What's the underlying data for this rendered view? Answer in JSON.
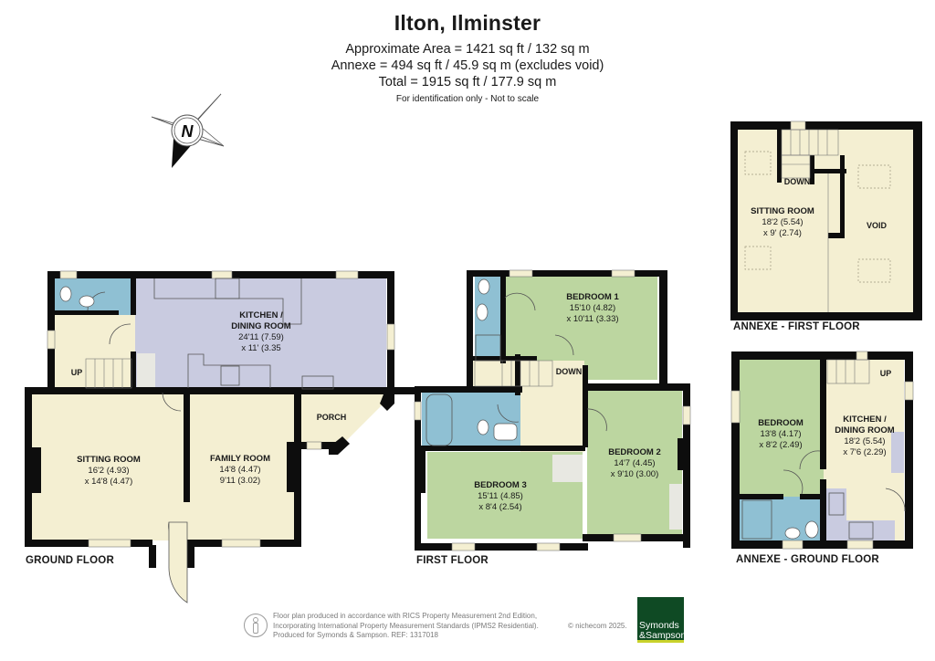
{
  "header": {
    "title": "Ilton, Ilminster",
    "area_main": "Approximate Area = 1421 sq ft / 132 sq m",
    "area_annexe": "Annexe = 494 sq ft / 45.9 sq m (excludes void)",
    "area_total": "Total = 1915 sq ft / 177.9 sq m",
    "note": "For identification only - Not to scale"
  },
  "compass": {
    "icon": "north-compass-icon",
    "letter": "N"
  },
  "floors": {
    "ground": {
      "label": "GROUND FLOOR",
      "rooms": [
        {
          "name": "KITCHEN /",
          "name2": "DINING ROOM",
          "dim1": "24'11 (7.59)",
          "dim2": "x 11' (3.35"
        },
        {
          "name": "SITTING ROOM",
          "dim1": "16'2 (4.93)",
          "dim2": "x 14'8 (4.47)"
        },
        {
          "name": "FAMILY ROOM",
          "dim1": "14'8 (4.47)",
          "dim2": "9'11 (3.02)"
        },
        {
          "name": "PORCH"
        }
      ],
      "stairs_label": "UP"
    },
    "first": {
      "label": "FIRST FLOOR",
      "rooms": [
        {
          "name": "BEDROOM 1",
          "dim1": "15'10 (4.82)",
          "dim2": "x 10'11 (3.33)"
        },
        {
          "name": "BEDROOM 2",
          "dim1": "14'7 (4.45)",
          "dim2": "x 9'10 (3.00)"
        },
        {
          "name": "BEDROOM 3",
          "dim1": "15'11 (4.85)",
          "dim2": "x 8'4 (2.54)"
        }
      ],
      "stairs_label": "DOWN"
    },
    "annexe_first": {
      "label": "ANNEXE - FIRST FLOOR",
      "rooms": [
        {
          "name": "SITTING ROOM",
          "dim1": "18'2 (5.54)",
          "dim2": "x 9' (2.74)"
        },
        {
          "name": "VOID"
        }
      ],
      "stairs_label": "DOWN"
    },
    "annexe_ground": {
      "label": "ANNEXE - GROUND FLOOR",
      "rooms": [
        {
          "name": "BEDROOM",
          "dim1": "13'8 (4.17)",
          "dim2": "x 8'2 (2.49)"
        },
        {
          "name": "KITCHEN /",
          "name2": "DINING ROOM",
          "dim1": "18'2 (5.54)",
          "dim2": "x 7'6 (2.29)"
        }
      ],
      "stairs_label": "UP"
    }
  },
  "colors": {
    "wall": "#0d0d0d",
    "living": "#f4efd2",
    "kitchen": "#c9cbe0",
    "bedroom": "#bcd6a0",
    "bathroom": "#8fc0d3",
    "storage": "#e8e8e2",
    "brand_green": "#0f4a24",
    "brand_yellow": "#c9d22b"
  },
  "footer": {
    "line1": "Floor plan produced in accordance with RICS Property Measurement 2nd Edition,",
    "line2": "Incorporating International Property Measurement Standards (IPMS2 Residential).",
    "line3": "Produced for Symonds & Sampson.   REF:  1317018",
    "copyright": "© nichecom 2025.",
    "logo_line1": "Symonds",
    "logo_line2": "&Sampson"
  }
}
